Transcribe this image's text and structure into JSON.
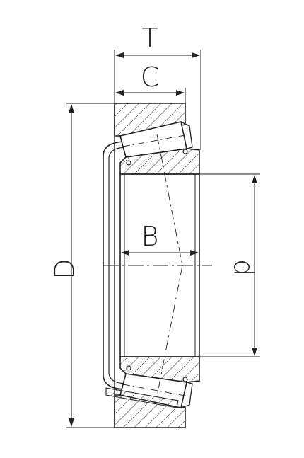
{
  "labels": {
    "T": "T",
    "C": "C",
    "B": "B",
    "D": "D",
    "d": "d"
  },
  "colors": {
    "line": "#222222",
    "hatch": "#222222",
    "background": "#ffffff"
  }
}
